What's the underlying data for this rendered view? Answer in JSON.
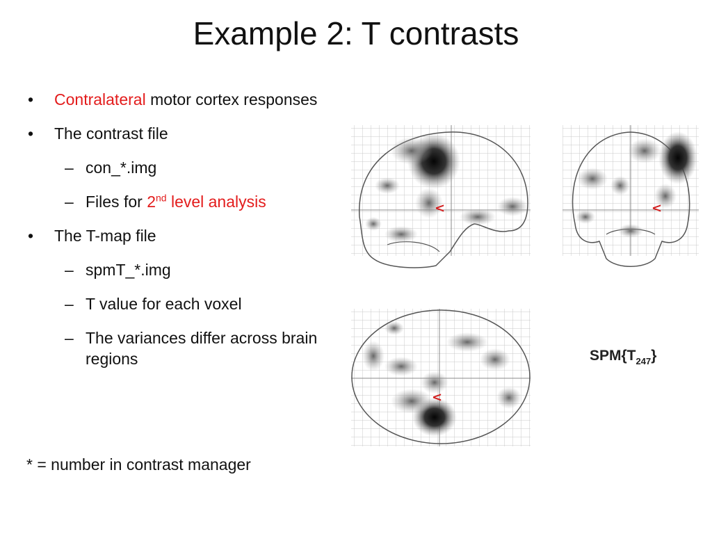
{
  "title": "Example 2: T contrasts",
  "bullets": [
    {
      "level": 1,
      "marker": "•",
      "parts": [
        {
          "text": "Contralateral",
          "highlight": true
        },
        {
          "text": " motor cortex responses"
        }
      ]
    },
    {
      "level": 1,
      "marker": "•",
      "parts": [
        {
          "text": "The contrast file"
        }
      ]
    },
    {
      "level": 2,
      "marker": "–",
      "parts": [
        {
          "text": "con_*.img"
        }
      ]
    },
    {
      "level": 2,
      "marker": "–",
      "parts": [
        {
          "text": "Files for "
        },
        {
          "text": "2",
          "highlight": true
        },
        {
          "text": "nd",
          "highlight": true,
          "sup": true
        },
        {
          "text": " level analysis",
          "highlight": true
        }
      ]
    },
    {
      "level": 1,
      "marker": "•",
      "parts": [
        {
          "text": "The T-map file"
        }
      ]
    },
    {
      "level": 2,
      "marker": "–",
      "parts": [
        {
          "text": "spmT_*.img"
        }
      ]
    },
    {
      "level": 2,
      "marker": "–",
      "parts": [
        {
          "text": "T value for each voxel"
        }
      ]
    },
    {
      "level": 2,
      "marker": "–",
      "parts": [
        {
          "text": "The variances differ across brain regions"
        }
      ]
    }
  ],
  "footnote": "* = number in contrast manager",
  "figure": {
    "label_main": "SPM{T",
    "label_sub": "247",
    "label_close": "}",
    "cursor_glyph": "<"
  },
  "colors": {
    "highlight": "#e31c1c",
    "text": "#111111",
    "grid": "#c8c8c8",
    "outline": "#555555",
    "cursor": "#d21e1e"
  }
}
